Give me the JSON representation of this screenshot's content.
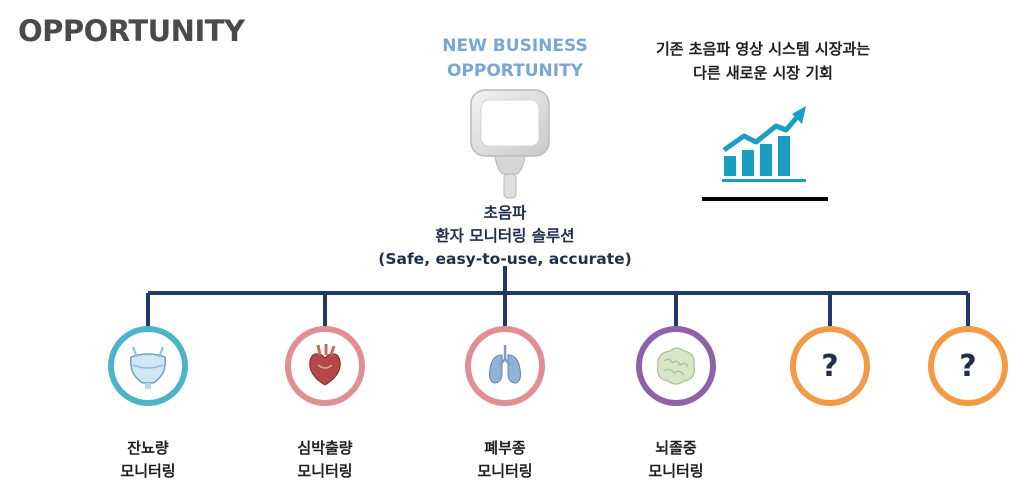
{
  "page": {
    "title": "OPPORTUNITY"
  },
  "new_business": {
    "line1": "NEW BUSINESS",
    "line2": "OPPORTUNITY"
  },
  "market_text": {
    "line1": "기존 초음파 영상 시스템 시장과는",
    "line2": "다른 새로운 시장 기회"
  },
  "core_solution": {
    "line1": "초음파",
    "line2": "환자 모니터링 솔루션",
    "line3": "(Safe, easy-to-use, accurate)"
  },
  "applications": [
    {
      "line1": "잔뇨량",
      "line2": "모니터링",
      "icon": "bladder-icon",
      "color": "#4db3c9"
    },
    {
      "line1": "심박출량",
      "line2": "모니터링",
      "icon": "heart-icon",
      "color": "#e08f92"
    },
    {
      "line1": "폐부종",
      "line2": "모니터링",
      "icon": "lungs-icon",
      "color": "#e08f92"
    },
    {
      "line1": "뇌졸중",
      "line2": "모니터링",
      "icon": "brain-icon",
      "color": "#8d63a8"
    },
    {
      "symbol": "?",
      "icon": "question-icon",
      "color": "#f39a45"
    },
    {
      "symbol": "?",
      "icon": "question-icon",
      "color": "#f39a45"
    }
  ],
  "colors": {
    "connector": "#1f3a68",
    "chart": "#1a9fc0"
  }
}
